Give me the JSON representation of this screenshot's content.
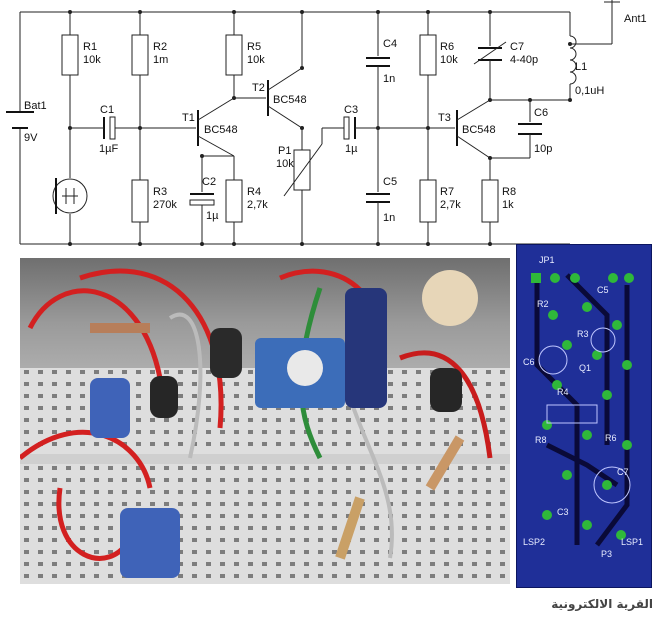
{
  "schematic": {
    "battery": {
      "name": "Bat1",
      "value": "9V"
    },
    "antenna": {
      "name": "Ant1"
    },
    "resistors": [
      {
        "name": "R1",
        "value": "10k"
      },
      {
        "name": "R2",
        "value": "1m"
      },
      {
        "name": "R3",
        "value": "270k"
      },
      {
        "name": "R4",
        "value": "2,7k"
      },
      {
        "name": "R5",
        "value": "10k"
      },
      {
        "name": "R6",
        "value": "10k"
      },
      {
        "name": "R7",
        "value": "2,7k"
      },
      {
        "name": "R8",
        "value": "1k"
      }
    ],
    "capacitors": [
      {
        "name": "C1",
        "value": "1µF"
      },
      {
        "name": "C2",
        "value": "1µ"
      },
      {
        "name": "C3",
        "value": "1µ"
      },
      {
        "name": "C4",
        "value": "1n"
      },
      {
        "name": "C5",
        "value": "1n"
      },
      {
        "name": "C6",
        "value": "10p"
      },
      {
        "name": "C7",
        "value": "4-40p"
      }
    ],
    "transistors": [
      {
        "name": "T1",
        "value": "BC548"
      },
      {
        "name": "T2",
        "value": "BC548"
      },
      {
        "name": "T3",
        "value": "BC548"
      }
    ],
    "potentiometer": {
      "name": "P1",
      "value": "10k"
    },
    "inductor": {
      "name": "L1",
      "value": "0,1uH"
    }
  },
  "pcb": {
    "labels": [
      "JP1",
      "R2",
      "C5",
      "R3",
      "Q1",
      "C6",
      "R4",
      "R8",
      "R6",
      "C7",
      "LSP2",
      "C3",
      "P3",
      "LSP1"
    ]
  },
  "watermark": "القرية الالكترونية",
  "colors": {
    "pcb": "#1f2f98",
    "pad": "#2fb83a",
    "board_trace": "#0c0c3a"
  }
}
